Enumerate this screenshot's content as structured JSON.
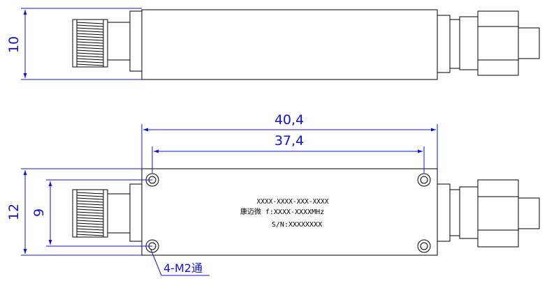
{
  "dimensions": {
    "top_height": "10",
    "total_length": "40,4",
    "hole_spacing": "37,4",
    "bottom_height": "12",
    "hole_row_spacing": "9",
    "hole_callout": "4-M2通"
  },
  "label": {
    "line1": "XXXX-XXXX-XXX-XXXX",
    "line2": "康迈微 f:XXXX-XXXXMHz",
    "line3": "S/N:XXXXXXXX"
  },
  "colors": {
    "outline": "#000000",
    "dimension": "#1010e0"
  }
}
